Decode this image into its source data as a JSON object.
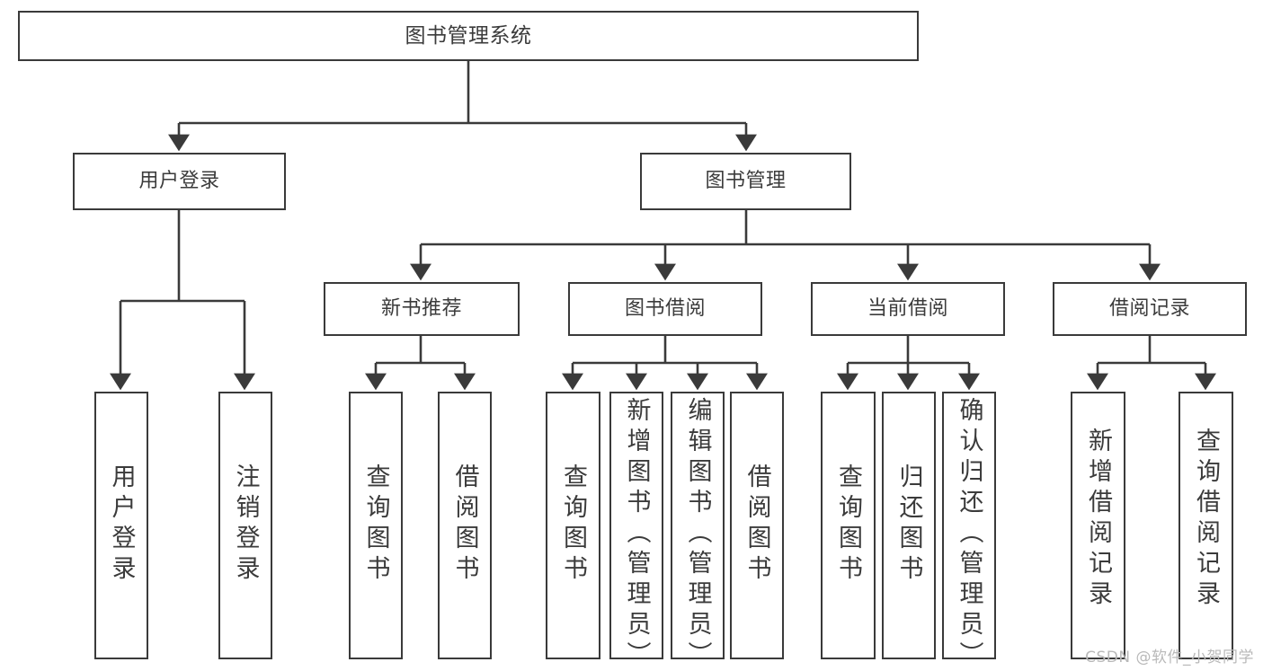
{
  "diagram": {
    "title": "图书管理系统",
    "watermark": "CSDN @软件_小贺同学",
    "colors": {
      "box_border": "#3a3a3a",
      "text": "#3b3b3b",
      "line": "#3a3a3a",
      "background": "#ffffff",
      "watermark": "#b9b9b9"
    },
    "root": {
      "label": "图书管理系统"
    },
    "level1": [
      {
        "label": "用户登录"
      },
      {
        "label": "图书管理"
      }
    ],
    "level2": [
      {
        "label": "新书推荐"
      },
      {
        "label": "图书借阅"
      },
      {
        "label": "当前借阅"
      },
      {
        "label": "借阅记录"
      }
    ],
    "leaves": {
      "user_login": [
        {
          "label": "用户登录"
        },
        {
          "label": "注销登录"
        }
      ],
      "new_book": [
        {
          "label": "查询图书"
        },
        {
          "label": "借阅图书"
        }
      ],
      "book_borrow": [
        {
          "label": "查询图书"
        },
        {
          "label": "新增图书（管理员）"
        },
        {
          "label": "编辑图书（管理员）"
        },
        {
          "label": "借阅图书"
        }
      ],
      "current_borrow": [
        {
          "label": "查询图书"
        },
        {
          "label": "归还图书"
        },
        {
          "label": "确认归还（管理员）"
        }
      ],
      "borrow_record": [
        {
          "label": "新增借阅记录"
        },
        {
          "label": "查询借阅记录"
        }
      ]
    }
  }
}
